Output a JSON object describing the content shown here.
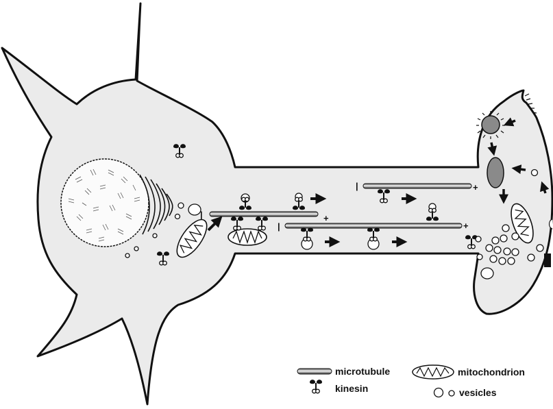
{
  "legend": {
    "microtubule": "microtubule",
    "kinesin": "kinesin",
    "mitochondrion": "mitochondrion",
    "vesicles": "vesicles"
  },
  "polarity": {
    "minus": "|",
    "plus": "+"
  },
  "colors": {
    "cell_fill": "#ebebeb",
    "outline": "#111111",
    "organelle_gray": "#8a8a8a"
  }
}
